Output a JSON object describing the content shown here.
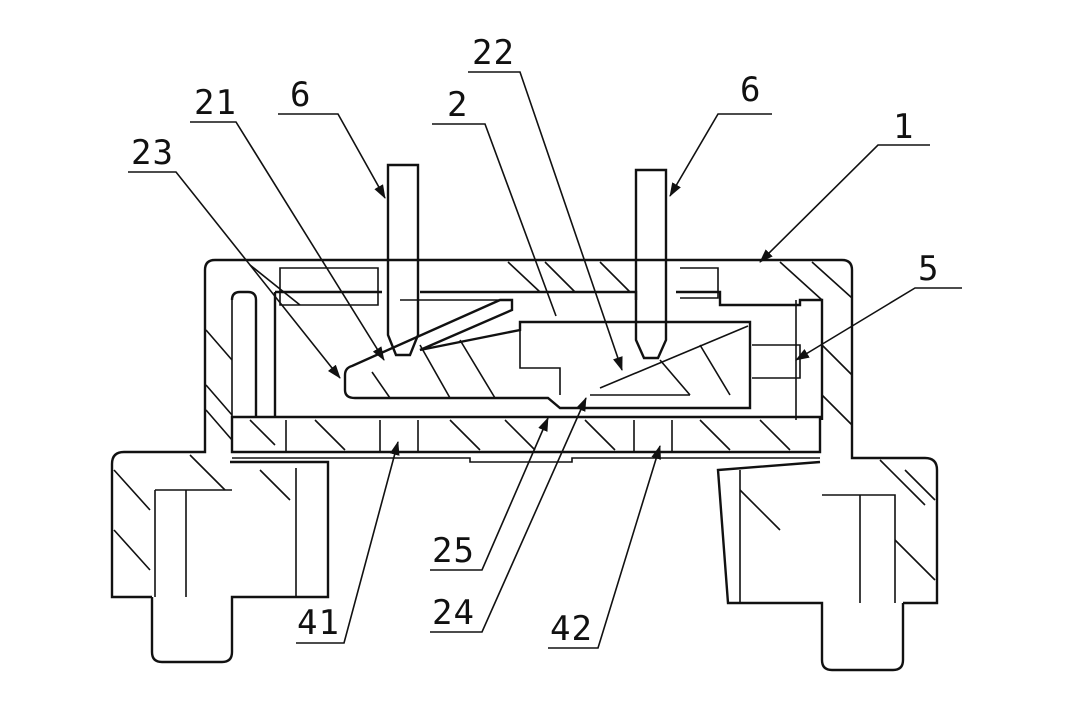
{
  "drawing": {
    "colors": {
      "ink": "#111111",
      "paper": "#ffffff"
    },
    "labels": {
      "l1": "1",
      "l2": "2",
      "l5": "5",
      "l6a": "6",
      "l6b": "6",
      "l21": "21",
      "l22": "22",
      "l23": "23",
      "l24": "24",
      "l25": "25",
      "l41": "41",
      "l42": "42"
    }
  }
}
